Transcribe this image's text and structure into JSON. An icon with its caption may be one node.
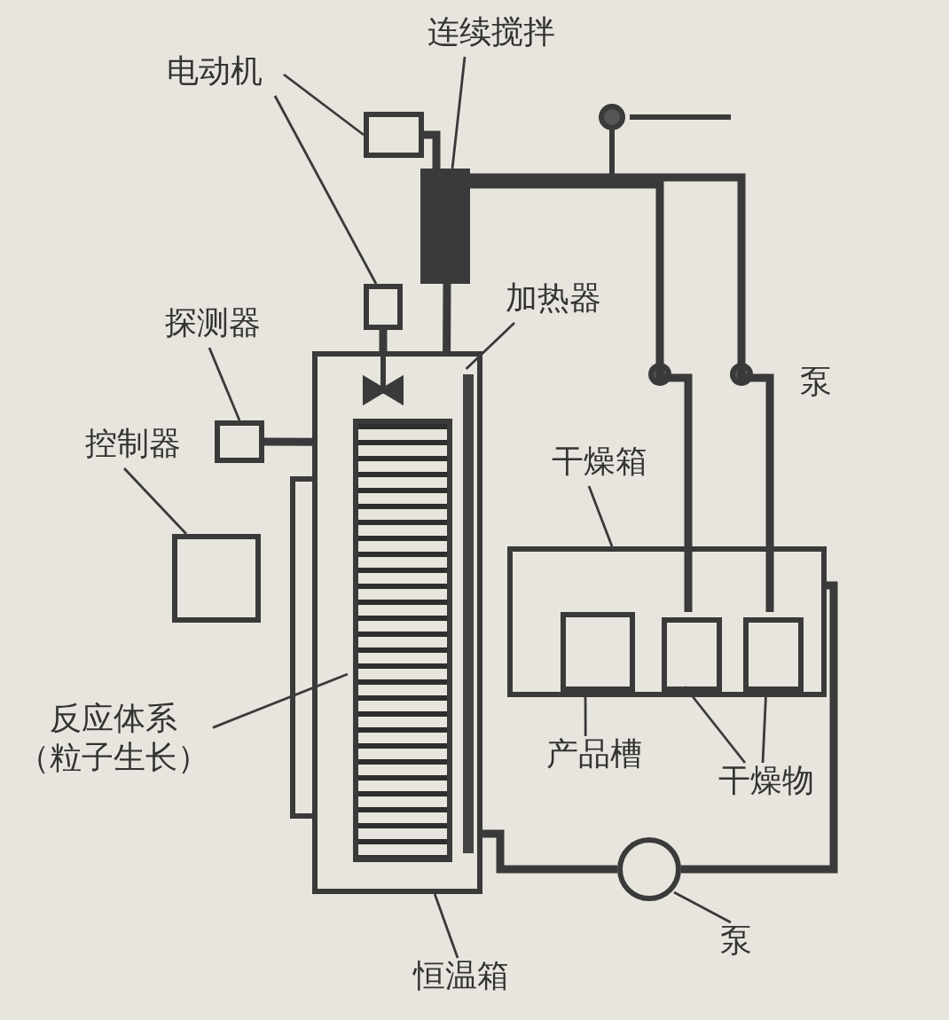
{
  "diagram": {
    "nodes": [
      {
        "text": [
          "连续搅拌"
        ]
      },
      {
        "text": [],
        "shape": "box"
      },
      {
        "text": [
          "电动机"
        ]
      },
      {
        "text": [],
        "shape": "box"
      },
      {
        "text": [],
        "shape": "box"
      },
      {
        "text": [
          "探测器"
        ]
      },
      {
        "text": [],
        "shape": "box"
      },
      {
        "text": [
          "加热器"
        ]
      },
      {
        "text": [],
        "shape": "box"
      },
      {
        "text": [],
        "shape": "bar",
        "in": 8
      },
      {
        "text": [
          "控制器"
        ]
      },
      {
        "text": [],
        "shape": "box"
      },
      {
        "text": [
          "干燥箱"
        ]
      },
      {
        "text": [],
        "shape": "box"
      },
      {
        "text": [
          "反应体系（粒子生长）"
        ]
      },
      {
        "text": [],
        "shape": "box",
        "in": 8
      },
      {
        "text": [
          "产品槽"
        ]
      },
      {
        "text": [],
        "shape": "box",
        "in": 13
      },
      {
        "text": [
          "干燥物"
        ]
      },
      {
        "text": [],
        "shape": "box",
        "in": 13
      },
      {
        "text": [],
        "shape": "box",
        "in": 13
      },
      {
        "text": [
          "泵"
        ]
      },
      {
        "text": [],
        "shape": "circle"
      },
      {
        "text": [
          "恒温箱"
        ]
      }
    ],
    "edges": [
      {
        "from": 0,
        "to": 1,
        "arrow": "none"
      },
      {
        "from": 2,
        "to": 3,
        "arrow": "none"
      },
      {
        "from": 2,
        "to": 4,
        "arrow": "none"
      },
      {
        "from": 5,
        "to": 6,
        "arrow": "none"
      },
      {
        "from": 7,
        "to": 9,
        "arrow": "none"
      },
      {
        "from": 10,
        "to": 11,
        "arrow": "none"
      },
      {
        "from": 12,
        "to": 13,
        "arrow": "none"
      },
      {
        "from": 14,
        "to": 15,
        "arrow": "none"
      },
      {
        "from": 16,
        "to": 17,
        "arrow": "none"
      },
      {
        "from": 18,
        "to": 19,
        "arrow": "none"
      },
      {
        "from": 18,
        "to": 20,
        "arrow": "none"
      },
      {
        "from": 21,
        "to": 22,
        "arrow": "none"
      },
      {
        "from": 23,
        "to": 8,
        "arrow": "none"
      },
      {
        "from": 3,
        "to": 1,
        "arrow": "none",
        "style": "thick"
      },
      {
        "from": 1,
        "to": 8,
        "arrow": "none",
        "style": "thick"
      },
      {
        "from": 6,
        "to": 8,
        "arrow": "none",
        "style": "thick"
      },
      {
        "from": 4,
        "to": 8,
        "arrow": "none",
        "style": "thick"
      },
      {
        "from": 1,
        "to": 19,
        "arrow": "none",
        "style": "thick"
      },
      {
        "from": 1,
        "to": 20,
        "arrow": "none",
        "style": "thick"
      },
      {
        "from": 8,
        "to": 22,
        "arrow": "none",
        "style": "thick"
      },
      {
        "from": 22,
        "to": 13,
        "arrow": "none",
        "style": "thick"
      }
    ],
    "labels": [
      "泵"
    ]
  }
}
